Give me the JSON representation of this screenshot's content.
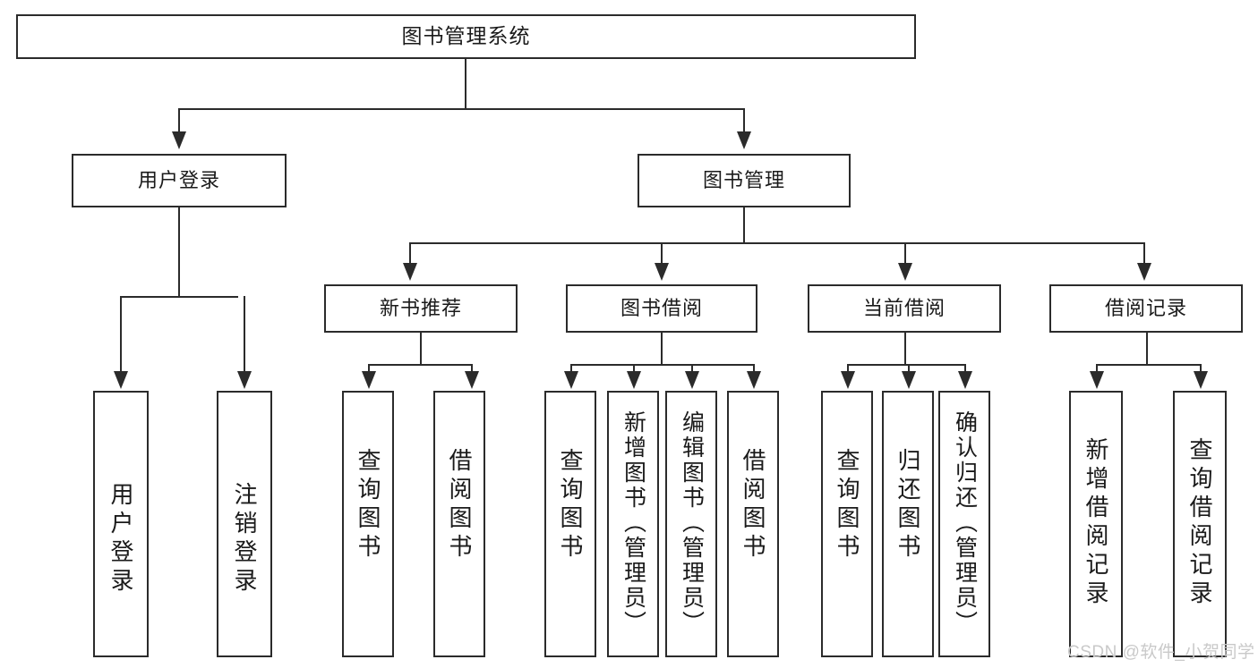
{
  "diagram": {
    "title": "图书管理系统",
    "type": "tree",
    "root": {
      "label": "图书管理系统"
    },
    "level1": [
      {
        "label": "用户登录"
      },
      {
        "label": "图书管理"
      }
    ],
    "level2": [
      {
        "label": "新书推荐"
      },
      {
        "label": "图书借阅"
      },
      {
        "label": "当前借阅"
      },
      {
        "label": "借阅记录"
      }
    ],
    "leaves": {
      "user_login": [
        {
          "label": "用户登录"
        },
        {
          "label": "注销登录"
        }
      ],
      "new_book_recommend": [
        {
          "label": "查询图书"
        },
        {
          "label": "借阅图书"
        }
      ],
      "book_borrow": [
        {
          "label": "查询图书"
        },
        {
          "label": "新增图书（管理员）"
        },
        {
          "label": "编辑图书（管理员）"
        },
        {
          "label": "借阅图书"
        }
      ],
      "current_borrow": [
        {
          "label": "查询图书"
        },
        {
          "label": "归还图书"
        },
        {
          "label": "确认归还（管理员）"
        }
      ],
      "borrow_record": [
        {
          "label": "新增借阅记录"
        },
        {
          "label": "查询借阅记录"
        }
      ]
    }
  },
  "watermark": {
    "text": "CSDN @软件_小贺同学"
  },
  "colors": {
    "border": "#2b2b2b",
    "background": "#ffffff",
    "text": "#1a1a1a",
    "watermark": "#c9c9c9"
  }
}
